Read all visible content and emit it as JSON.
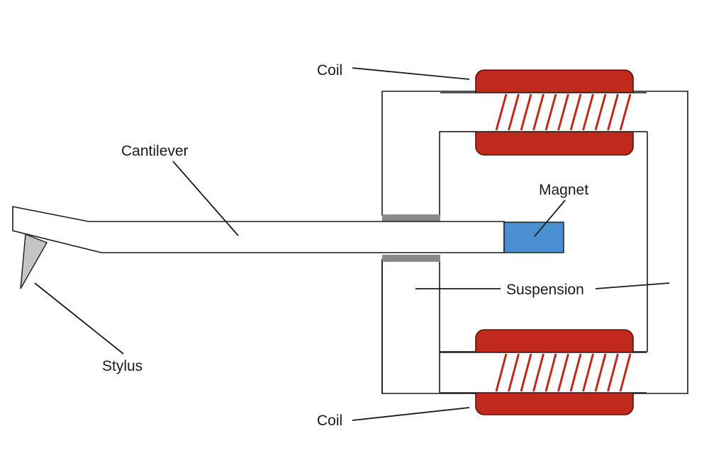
{
  "labels": {
    "coil_top": "Coil",
    "cantilever": "Cantilever",
    "magnet": "Magnet",
    "suspension": "Suspension",
    "stylus": "Stylus",
    "coil_bottom": "Coil"
  },
  "colors": {
    "coil_body": "#c0291b",
    "coil_outline": "#5a1208",
    "coil_winding": "#ffffff",
    "magnet": "#4a90d0",
    "suspension": "#8a8a8a",
    "stylus": "#c4c4c4",
    "line": "#1a1a1a"
  }
}
